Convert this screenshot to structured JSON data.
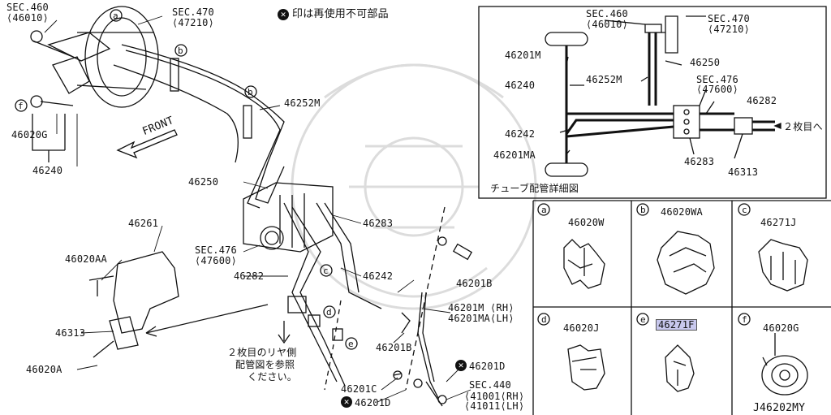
{
  "notice": "印は再使用不可部品",
  "diagram_code": "J46202MY",
  "main": {
    "sec460": "SEC.460",
    "sec460_sub": "⟨46010⟩",
    "sec470": "SEC.470",
    "sec470_sub": "⟨47210⟩",
    "front": "FRONT",
    "p46020g": "46020G",
    "p46240": "46240",
    "p46252m": "46252M",
    "p46250": "46250",
    "p46283": "46283",
    "sec476": "SEC.476",
    "sec476_sub": "⟨47600⟩",
    "p46282": "46282",
    "p46242": "46242",
    "p46261": "46261",
    "p46020aa": "46020AA",
    "p46313": "46313",
    "p46020a": "46020A",
    "p46201b_1": "46201B",
    "p46201b_2": "46201B",
    "p46201m": "46201M ⟨RH⟩",
    "p46201ma": "46201MA⟨LH⟩",
    "p46201d_1": "46201D",
    "p46201d_2": "46201D",
    "p46201c": "46201C",
    "sec440": "SEC.440",
    "sec440_rh": "⟨41001⟨RH⟩",
    "sec440_lh": "⟨41011⟨LH⟩",
    "rear_note_1": "２枚目のリヤ側",
    "rear_note_2": "配管図を参照",
    "rear_note_3": "ください。"
  },
  "detail": {
    "title": "チューブ配管詳細図",
    "sec460": "SEC.460",
    "sec460_sub": "⟨46010⟩",
    "sec470": "SEC.470",
    "sec470_sub": "⟨47210⟩",
    "p46201m": "46201M",
    "p46250": "46250",
    "p46240": "46240",
    "p46252m": "46252M",
    "sec476": "SEC.476",
    "sec476_sub": "⟨47600⟩",
    "p46282": "46282",
    "p46242": "46242",
    "p46201ma": "46201MA",
    "p46283": "46283",
    "p46313": "46313",
    "to_sheet2": "２枚目へ"
  },
  "clips": [
    {
      "key": "a",
      "part": "46020W"
    },
    {
      "key": "b",
      "part": "46020WA"
    },
    {
      "key": "c",
      "part": "46271J"
    },
    {
      "key": "d",
      "part": "46020J"
    },
    {
      "key": "e",
      "part": "46271F",
      "highlighted": true
    },
    {
      "key": "f",
      "part": "46020G"
    }
  ],
  "colors": {
    "line": "#111111",
    "highlight": "#c8c8ee",
    "watermark": "#d9d9d9"
  }
}
